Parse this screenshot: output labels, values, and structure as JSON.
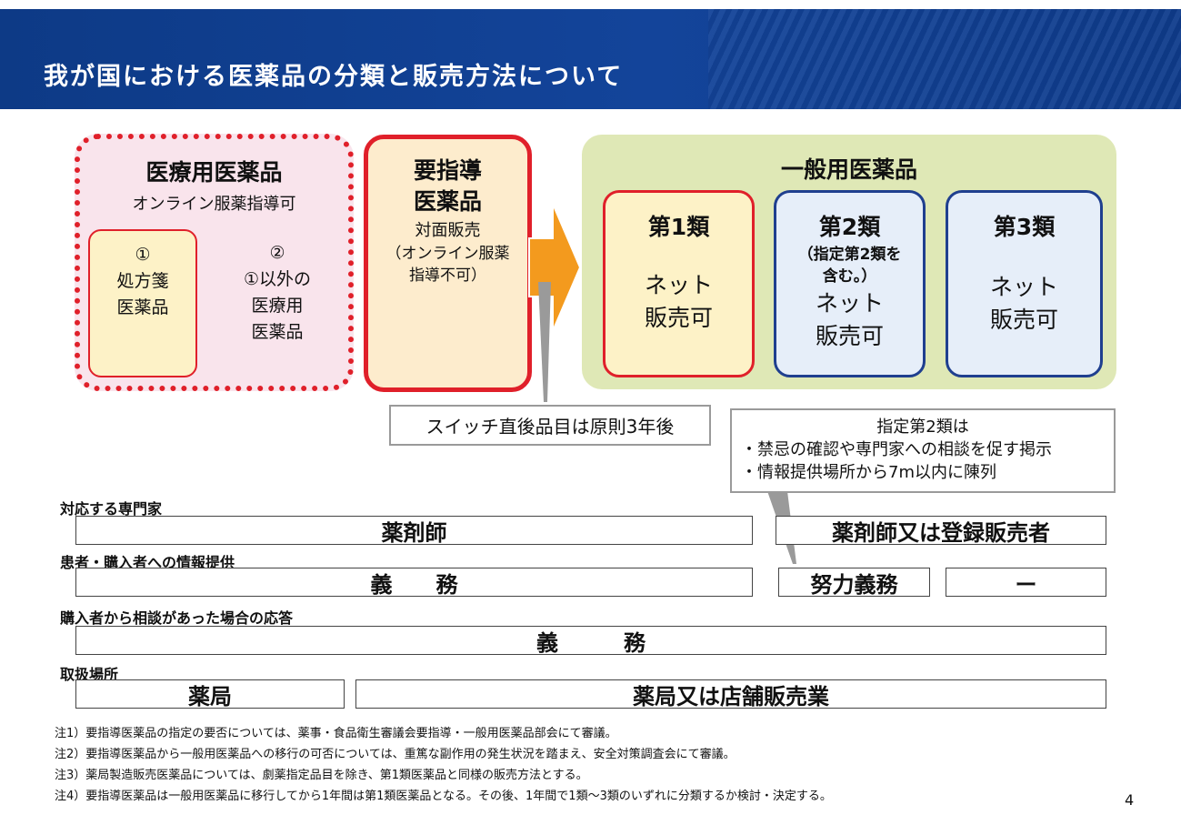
{
  "header": {
    "title": "我が国における医薬品の分類と販売方法について"
  },
  "rx": {
    "title": "医療用医薬品",
    "subtitle": "オンライン服薬指導可",
    "sub1_num": "①",
    "sub1_line1": "処方箋",
    "sub1_line2": "医薬品",
    "sub2_line1": "②",
    "sub2_line2": "①以外の",
    "sub2_line3": "医療用",
    "sub2_line4": "医薬品"
  },
  "guidance": {
    "title_line1": "要指導",
    "title_line2": "医薬品",
    "line3": "対面販売",
    "line4": "（オンライン服薬",
    "line5": "指導不可）"
  },
  "otc": {
    "title": "一般用医薬品",
    "class1": {
      "title": "第1類",
      "line1": "ネット",
      "line2": "販売可"
    },
    "class2": {
      "title": "第2類",
      "note1": "（指定第2類を",
      "note2": "含む。）",
      "line1": "ネット",
      "line2": "販売可"
    },
    "class3": {
      "title": "第3類",
      "line1": "ネット",
      "line2": "販売可"
    }
  },
  "callouts": {
    "switch": "スイッチ直後品目は原則3年後",
    "designated_title": "指定第2類は",
    "designated_line1": "・禁忌の確認や専門家への相談を促す掲示",
    "designated_line2": "・情報提供場所から7m以内に陳列"
  },
  "rows": {
    "expert_label": "対応する専門家",
    "expert_left": "薬剤師",
    "expert_right": "薬剤師又は登録販売者",
    "info_label": "患者・購入者への情報提供",
    "info_left": "義　　務",
    "info_mid": "努力義務",
    "info_right": "ー",
    "consult_label": "購入者から相談があった場合の応答",
    "consult_all": "義　　　務",
    "place_label": "取扱場所",
    "place_left": "薬局",
    "place_right": "薬局又は店舗販売業"
  },
  "notes": [
    "注1）要指導医薬品の指定の要否については、薬事・食品衛生審議会要指導・一般用医薬品部会にて審議。",
    "注2）要指導医薬品から一般用医薬品への移行の可否については、重篤な副作用の発生状況を踏まえ、安全対策調査会にて審議。",
    "注3）薬局製造販売医薬品については、劇薬指定品目を除き、第1類医薬品と同様の販売方法とする。",
    "注4）要指導医薬品は一般用医薬品に移行してから1年間は第1類医薬品となる。その後、1年間で1類～3類のいずれに分類するか検討・決定する。"
  ],
  "page_number": "4",
  "colors": {
    "header_blue": "#13449a",
    "red": "#e0202a",
    "navy": "#1f3f8f",
    "otc_green": "#dfe8b6",
    "arrow_orange": "#f39a1e"
  }
}
